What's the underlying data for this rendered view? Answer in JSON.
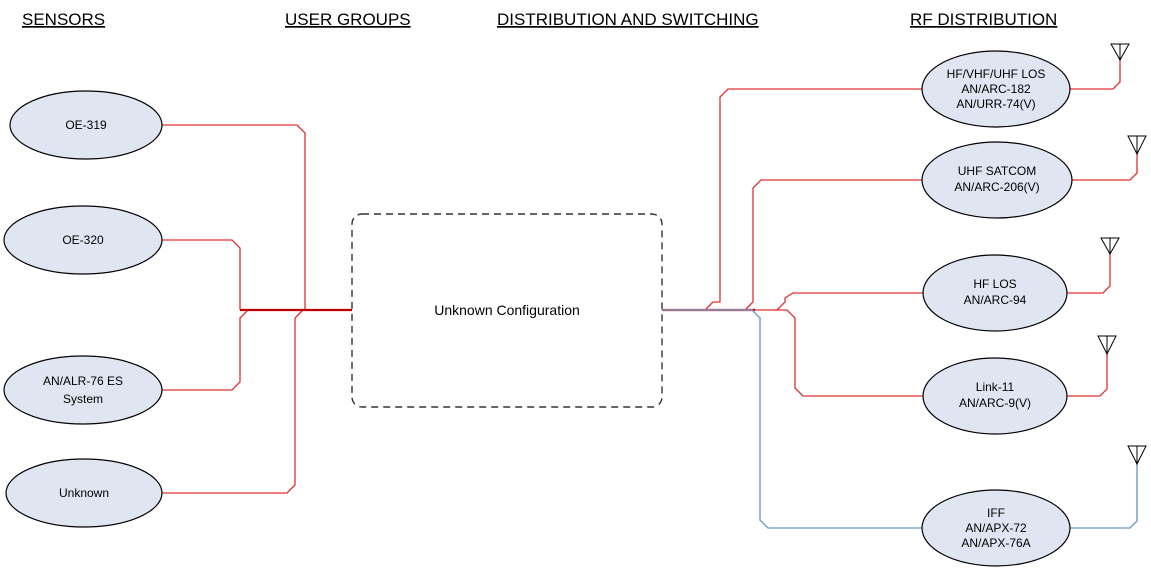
{
  "headers": {
    "sensors": "SENSORS",
    "user_groups": "USER GROUPS",
    "distribution": "DISTRIBUTION AND SWITCHING",
    "rf_distribution": "RF DISTRIBUTION"
  },
  "center": {
    "label": "Unknown Configuration"
  },
  "sensors": [
    {
      "lines": [
        "OE-319"
      ]
    },
    {
      "lines": [
        "OE-320"
      ]
    },
    {
      "lines": [
        "AN/ALR-76 ES",
        "System"
      ]
    },
    {
      "lines": [
        "Unknown"
      ]
    }
  ],
  "rf": [
    {
      "lines": [
        "HF/VHF/UHF LOS",
        "AN/ARC-182",
        "AN/URR-74(V)"
      ]
    },
    {
      "lines": [
        "UHF SATCOM",
        "AN/ARC-206(V)"
      ]
    },
    {
      "lines": [
        "HF LOS",
        "AN/ARC-94"
      ]
    },
    {
      "lines": [
        "Link-11",
        "AN/ARC-9(V)"
      ]
    },
    {
      "lines": [
        "IFF",
        "AN/APX-72",
        "AN/APX-76A"
      ]
    }
  ],
  "colors": {
    "red": "#e03030",
    "blue": "#7fa8d0",
    "node_fill": "#dfe6f1"
  }
}
